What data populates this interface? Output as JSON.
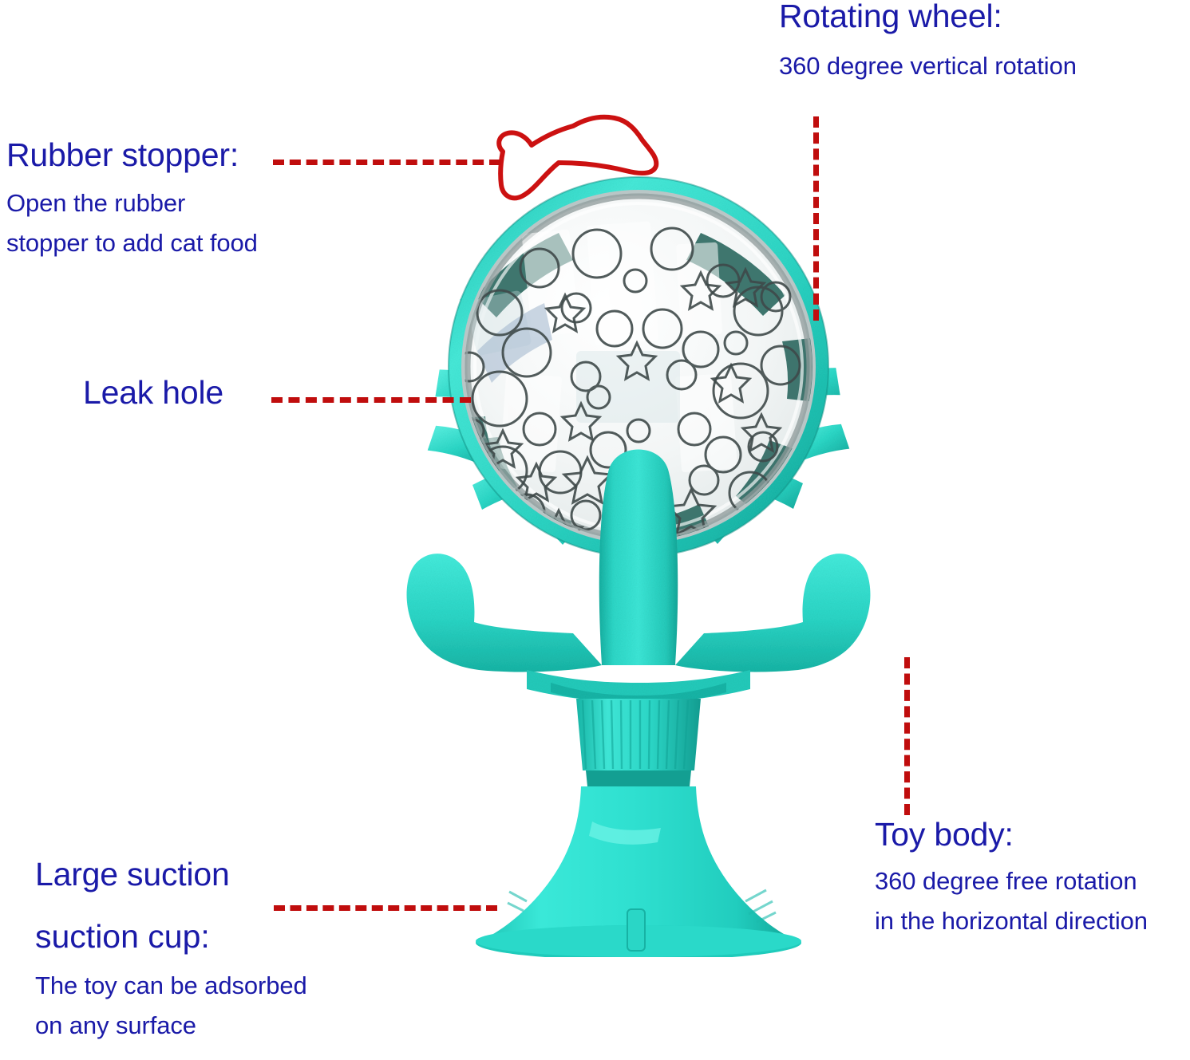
{
  "page": {
    "kind": "product-annotation-diagram",
    "subject": "cat windmill turntable toy with suction cup",
    "background_color": "#ffffff",
    "text_color": "#1a1aa8",
    "leader_color": "#c00d0d",
    "highlight_color": "#cc1111"
  },
  "callouts": {
    "rotating_wheel": {
      "title": "Rotating wheel:",
      "lines": [
        "360 degree vertical rotation"
      ]
    },
    "rubber_stopper": {
      "title": "Rubber stopper:",
      "lines": [
        "Open the rubber",
        "stopper to add cat food"
      ]
    },
    "leak_hole": {
      "title": "Leak hole",
      "lines": []
    },
    "toy_body": {
      "title": "Toy body:",
      "lines": [
        "360 degree free rotation",
        "in the horizontal direction"
      ]
    },
    "suction_cup": {
      "title": "Large suction",
      "title2": "suction cup:",
      "lines": [
        "The toy can be adsorbed",
        "on any surface"
      ]
    }
  },
  "product": {
    "colors": {
      "teal_light": "#4ff2e3",
      "teal": "#2fdccb",
      "teal_mid": "#27d3c3",
      "teal_dark": "#17b7a8",
      "teal_deep": "#0f9a8d",
      "body_matte": "#2ad6c6",
      "body_matte_dark": "#16b3a4",
      "drum_glass": "#f4f6f6",
      "drum_shadow": "#2c5f58",
      "rim_chrome": "#cfd6d6"
    },
    "parts": [
      {
        "name": "rotating-wheel",
        "description": "transparent spiked drum with circular and star leak holes"
      },
      {
        "name": "rubber-stopper",
        "description": "teal spike that opens to add cat food"
      },
      {
        "name": "leak-hole",
        "description": "circular and star shaped openings in the drum"
      },
      {
        "name": "toy-body",
        "description": "teal matte stand with two curved arms"
      },
      {
        "name": "suction-cup",
        "description": "large teal suction cup base with release tab"
      }
    ],
    "spike_count": 14,
    "leak_hole_counts": {
      "circles": 38,
      "stars": 12
    }
  }
}
